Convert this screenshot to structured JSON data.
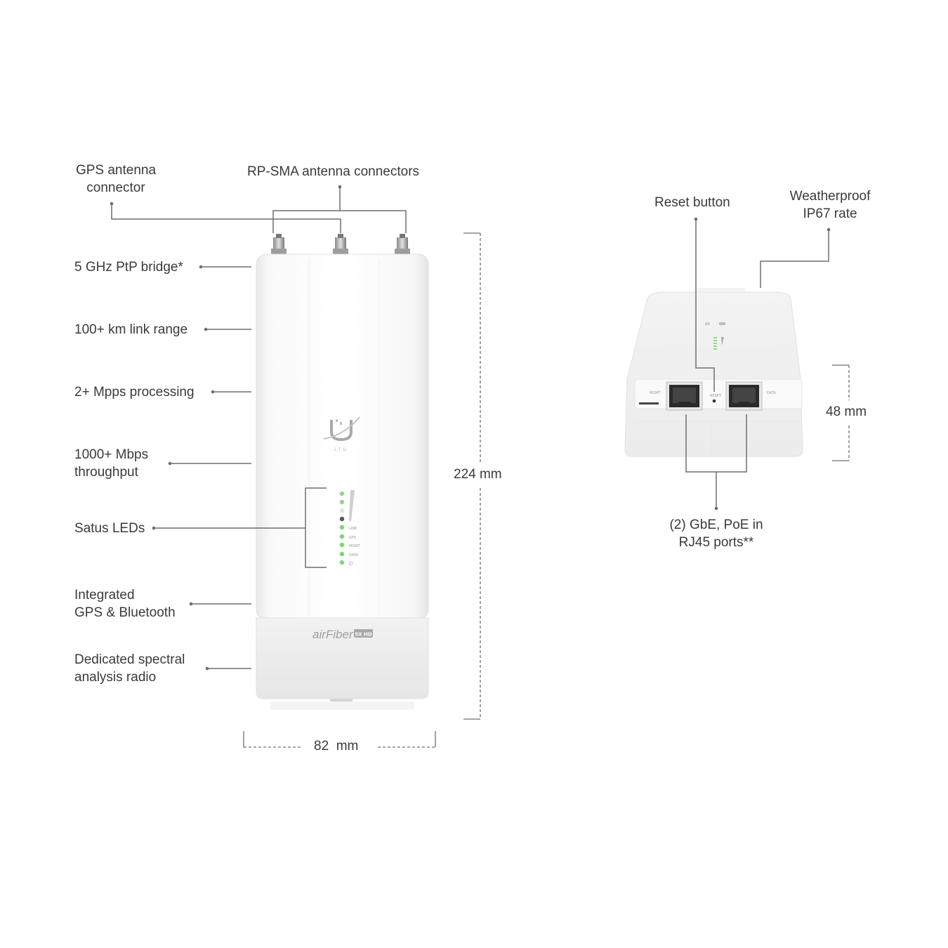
{
  "front_view": {
    "callouts": {
      "gps_connector": "GPS antenna\nconnector",
      "rp_sma": "RP-SMA antenna connectors",
      "ptp_bridge": "5 GHz PtP bridge*",
      "link_range": "100+ km link range",
      "processing": "2+ Mpps processing",
      "throughput": "1000+ Mbps\nthroughput",
      "status_leds": "Satus LEDs",
      "gps_bluetooth": "Integrated\nGPS & Bluetooth",
      "spectral": "Dedicated spectral\nanalysis radio"
    },
    "dimensions": {
      "height": "224 mm",
      "width": "82  mm"
    },
    "device": {
      "logo_text": "airFiber",
      "logo_badge": "5X HD",
      "brand_sub": "LTU",
      "led_labels": [
        "LINK",
        "GPS",
        "MGMT",
        "DATA",
        "⏻"
      ]
    }
  },
  "bottom_view": {
    "callouts": {
      "reset": "Reset button",
      "weatherproof": "Weatherproof\nIP67 rate",
      "ports": "(2) GbE, PoE in\nRJ45 ports**"
    },
    "dimensions": {
      "height": "48 mm"
    },
    "port_labels": {
      "mgmt": "MGMT",
      "reset": "RESET",
      "data": "DATA"
    }
  },
  "colors": {
    "line": "#6f6f6f",
    "led_green": "#7fd47a",
    "device_white": "#f6f6f6"
  }
}
